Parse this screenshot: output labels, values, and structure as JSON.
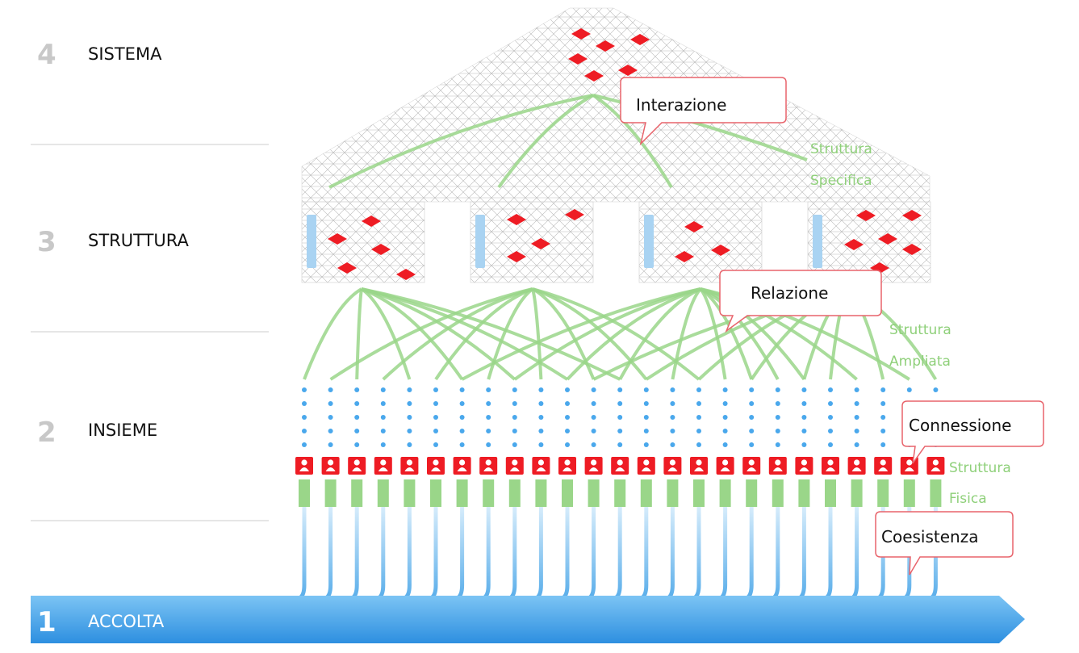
{
  "levels": [
    {
      "number": "4",
      "name": "SISTEMA"
    },
    {
      "number": "3",
      "name": "STRUTTURA"
    },
    {
      "number": "2",
      "name": "INSIEME"
    },
    {
      "number": "1",
      "name": "ACCOLTA"
    }
  ],
  "callouts": {
    "interazione": "Interazione",
    "relazione": "Relazione",
    "connessione": "Connessione",
    "coesistenza": "Coesistenza"
  },
  "structure_labels": {
    "specifica": [
      "Struttura",
      "Specifica"
    ],
    "ampliata": [
      "Struttura",
      "Ampliata"
    ],
    "fisica": [
      "Struttura",
      "Fisica"
    ]
  },
  "colors": {
    "accent_red": "#ee1c24",
    "accent_green": "#9ad689",
    "accent_blue": "#4aa8ec",
    "level_number_gray": "#c8c8c8",
    "callout_border": "#e8636b"
  },
  "icons": {
    "member": "person-icon",
    "node": "red-diamond-icon"
  }
}
